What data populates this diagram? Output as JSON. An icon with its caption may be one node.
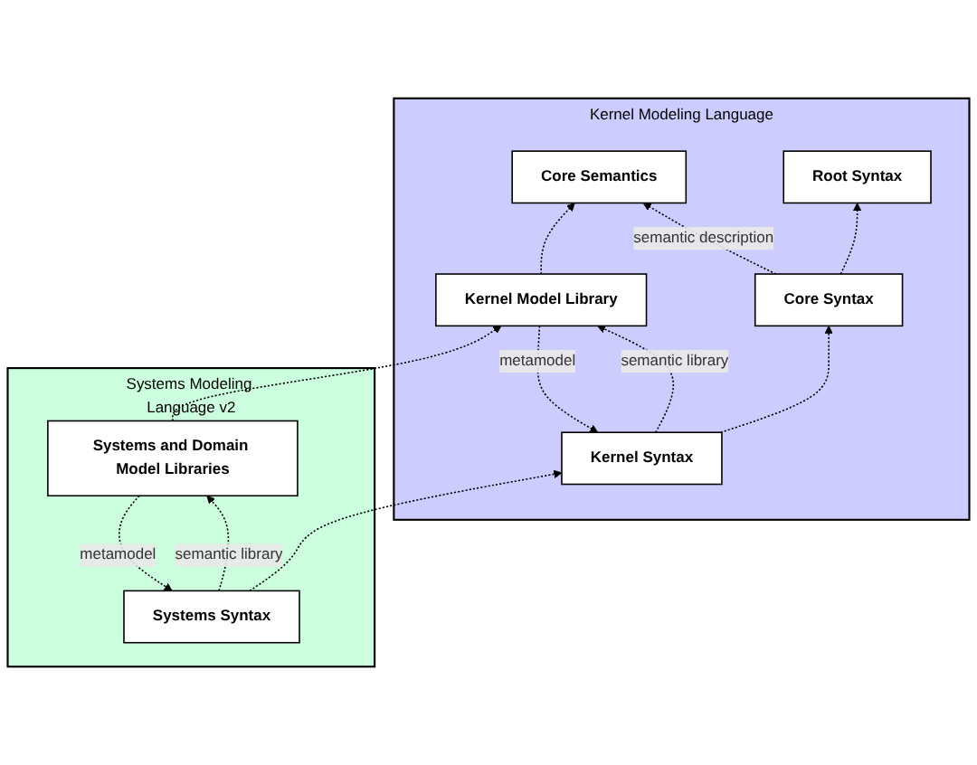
{
  "diagram": {
    "nodes": [
      {
        "text": [
          "Kernel Modeling Language"
        ]
      },
      {
        "text": [
          "Root Syntax"
        ],
        "in": 0
      },
      {
        "text": [
          "Core Syntax"
        ],
        "in": 0
      },
      {
        "text": [
          "Core Semantics"
        ],
        "in": 0
      },
      {
        "text": [
          "Kernel Syntax"
        ],
        "in": 0
      },
      {
        "text": [
          "Kernel Model Library"
        ],
        "in": 0
      },
      {
        "text": [
          "Systems Modeling Language v2"
        ]
      },
      {
        "text": [
          "Systems Syntax"
        ],
        "in": 6
      },
      {
        "text": [
          "Systems and Domain Model Libraries"
        ],
        "in": 6
      }
    ],
    "edges": [
      {
        "from": 2,
        "to": 1,
        "arrow": "to",
        "style": "dashed"
      },
      {
        "from": 2,
        "to": 3,
        "arrow": "to",
        "style": "dashed",
        "label": "semantic description"
      },
      {
        "from": 4,
        "to": 2,
        "arrow": "to",
        "style": "dashed"
      },
      {
        "from": 5,
        "to": 3,
        "arrow": "to",
        "style": "dashed"
      },
      {
        "from": 4,
        "to": 5,
        "arrow": "to",
        "style": "dashed",
        "label": "semantic library"
      },
      {
        "from": 5,
        "to": 4,
        "arrow": "to",
        "style": "dashed",
        "label": "metamodel"
      },
      {
        "from": 7,
        "to": 4,
        "arrow": "to",
        "style": "dashed"
      },
      {
        "from": 8,
        "to": 5,
        "arrow": "to",
        "style": "dashed"
      },
      {
        "from": 7,
        "to": 8,
        "arrow": "to",
        "style": "dashed",
        "label": "semantic library"
      },
      {
        "from": 8,
        "to": 7,
        "arrow": "to",
        "style": "dashed",
        "label": "metamodel"
      }
    ]
  }
}
